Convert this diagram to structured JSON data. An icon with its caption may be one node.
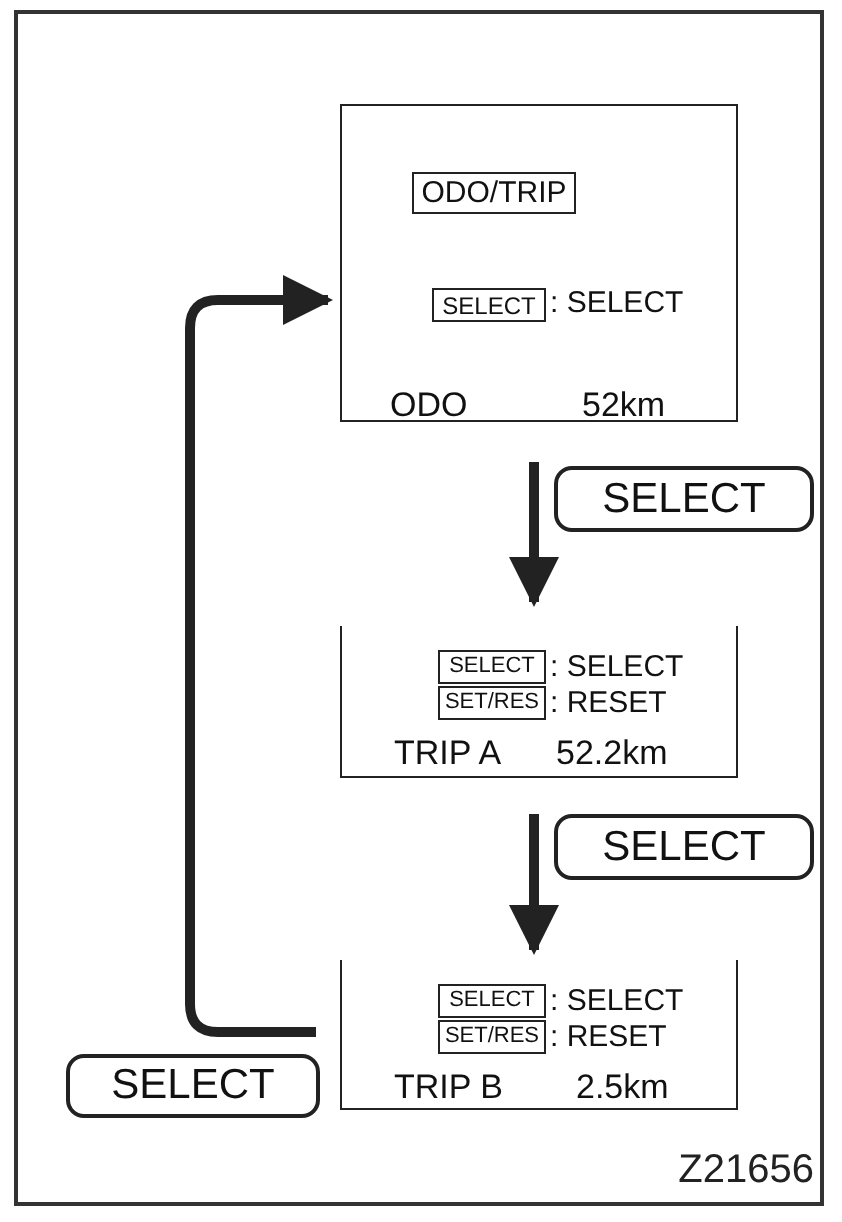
{
  "diagram": {
    "nodes": [
      {
        "text": [
          ": SELECT",
          "ODO",
          "52km"
        ]
      },
      {
        "text": [
          "ODO/TRIP"
        ],
        "in": 0
      },
      {
        "text": [
          "SELECT"
        ],
        "in": 0
      },
      {
        "text": [
          ": SELECT",
          ": RESET",
          "TRIP A",
          "52.2km"
        ]
      },
      {
        "text": [
          "SELECT"
        ],
        "in": 3
      },
      {
        "text": [
          "SET/RES"
        ],
        "in": 3
      },
      {
        "text": [
          ": SELECT",
          ": RESET",
          "TRIP B",
          "2.5km"
        ]
      },
      {
        "text": [
          "SELECT"
        ],
        "in": 6
      },
      {
        "text": [
          "SET/RES"
        ],
        "in": 6
      }
    ],
    "edges": [
      {
        "from": 0,
        "to": 3,
        "arrow": "to",
        "label": "SELECT"
      },
      {
        "from": 3,
        "to": 6,
        "arrow": "to",
        "label": "SELECT"
      },
      {
        "from": 6,
        "to": 0,
        "arrow": "to",
        "label": "SELECT"
      }
    ],
    "labels": [
      "Z21656"
    ]
  }
}
